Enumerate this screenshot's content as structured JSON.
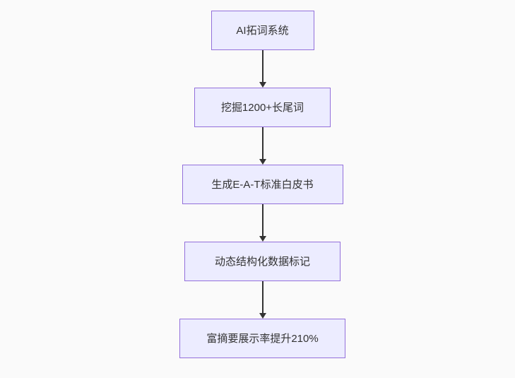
{
  "flowchart": {
    "direction": "top-down",
    "nodes": [
      {
        "id": "A",
        "label": "AI拓词系统"
      },
      {
        "id": "B",
        "label": "挖掘1200+长尾词"
      },
      {
        "id": "C",
        "label": "生成E-A-T标准白皮书"
      },
      {
        "id": "D",
        "label": "动态结构化数据标记"
      },
      {
        "id": "E",
        "label": "富摘要展示率提升210%"
      }
    ],
    "edges": [
      {
        "from": "A",
        "to": "B"
      },
      {
        "from": "B",
        "to": "C"
      },
      {
        "from": "C",
        "to": "D"
      },
      {
        "from": "D",
        "to": "E"
      }
    ],
    "colors": {
      "background": "#fafafa",
      "node_fill": "#ECECFF",
      "node_border": "#9370DB",
      "arrow": "#333333",
      "text": "#333333"
    }
  }
}
